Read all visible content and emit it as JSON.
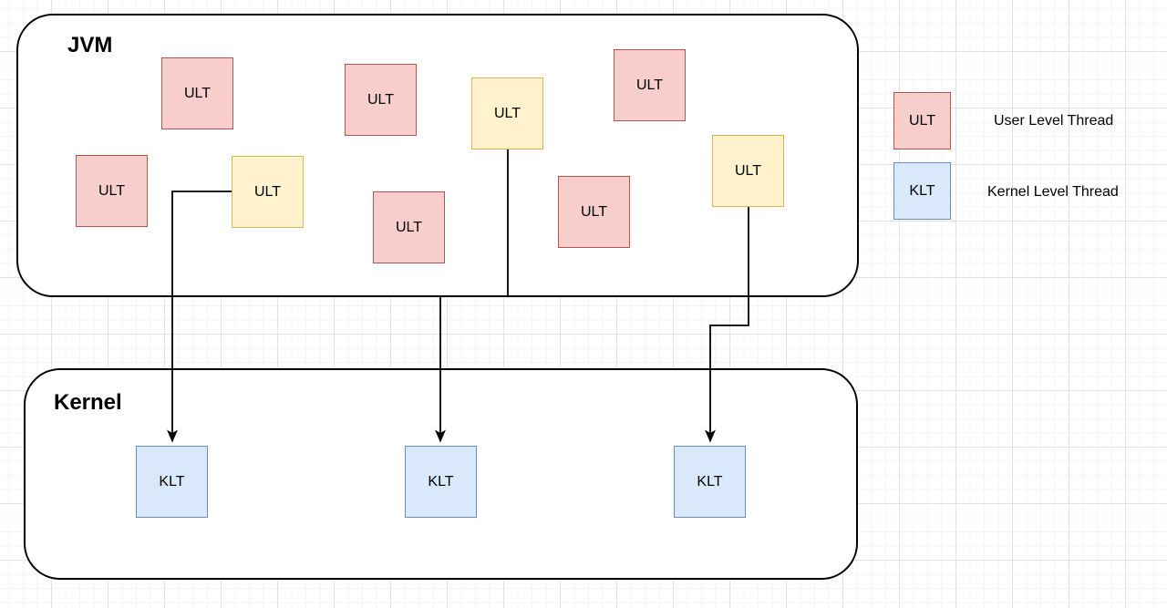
{
  "containers": {
    "jvm": {
      "label": "JVM"
    },
    "kernel": {
      "label": "Kernel"
    }
  },
  "node_labels": {
    "ult": "ULT",
    "klt": "KLT"
  },
  "nodes": {
    "user_level_threads_pink": 6,
    "user_level_threads_yellow": 3,
    "kernel_level_threads": 3
  },
  "legend": {
    "items": [
      {
        "swatch": "ULT",
        "label": "User Level Thread",
        "fill": "#f8cecc",
        "stroke": "#b85450"
      },
      {
        "swatch": "KLT",
        "label": "Kernel Level Thread",
        "fill": "#dae8fc",
        "stroke": "#6c8ebf"
      }
    ]
  },
  "colors": {
    "ult_pink_fill": "#f8cecc",
    "ult_pink_stroke": "#b85450",
    "ult_yellow_fill": "#fff2cc",
    "ult_yellow_stroke": "#d6b656",
    "klt_fill": "#dae8fc",
    "klt_stroke": "#6c8ebf",
    "container_stroke": "#000000",
    "connector": "#000000"
  }
}
